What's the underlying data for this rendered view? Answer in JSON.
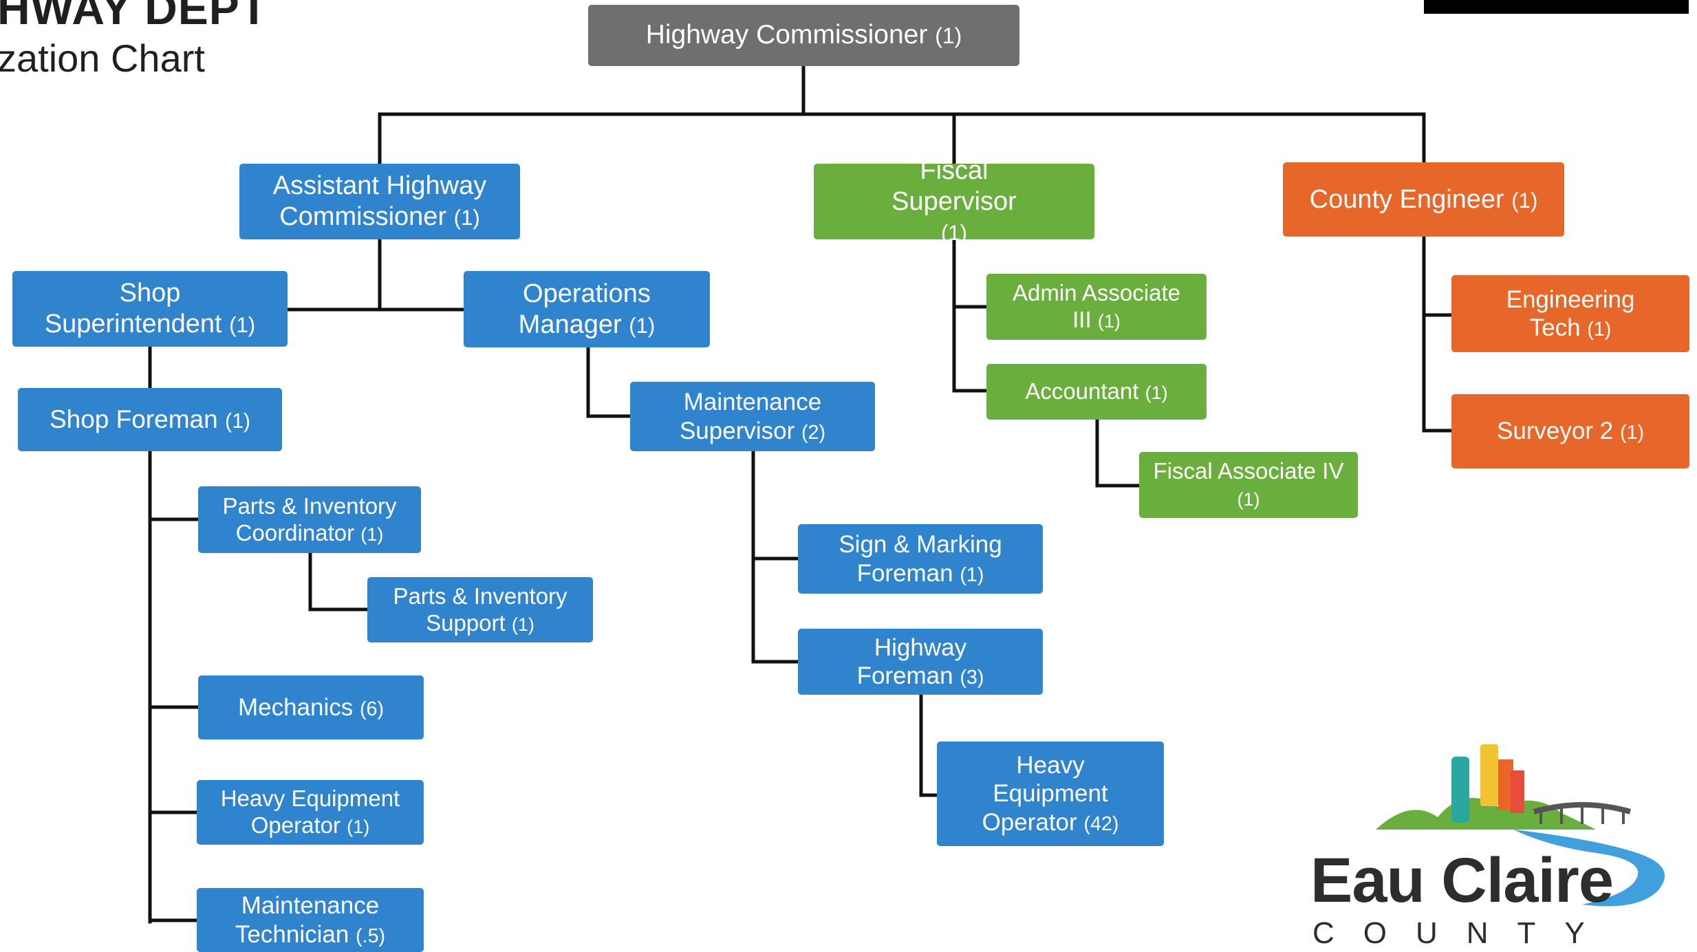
{
  "header": {
    "title": "HWAY DEPT",
    "subtitle": "zation Chart"
  },
  "colors": {
    "commissioner": "#6f6f70",
    "operations": "#2f84cd",
    "fiscal": "#6aae3e",
    "engineering": "#e7672b",
    "connector": "#111111"
  },
  "org": {
    "highway_commissioner": {
      "title": "Highway Commissioner",
      "count": "(1)"
    },
    "assistant_commissioner": {
      "title": "Assistant Highway Commissioner",
      "count": "(1)"
    },
    "fiscal_supervisor": {
      "title": "Fiscal Supervisor",
      "count": "(1)"
    },
    "county_engineer": {
      "title": "County Engineer",
      "count": "(1)"
    },
    "shop_superintendent": {
      "title": "Shop Superintendent",
      "count": "(1)"
    },
    "operations_manager": {
      "title": "Operations Manager",
      "count": "(1)"
    },
    "shop_foreman": {
      "title": "Shop Foreman",
      "count": "(1)"
    },
    "maintenance_supervisor": {
      "title": "Maintenance Supervisor",
      "count": "(2)"
    },
    "admin_associate": {
      "title": "Admin Associate III",
      "count": "(1)"
    },
    "accountant": {
      "title": "Accountant",
      "count": "(1)"
    },
    "fiscal_associate": {
      "title": "Fiscal Associate IV",
      "count": "(1)"
    },
    "engineering_tech": {
      "title": "Engineering Tech",
      "count": "(1)"
    },
    "surveyor": {
      "title": "Surveyor 2",
      "count": "(1)"
    },
    "parts_coordinator": {
      "title": "Parts & Inventory Coordinator",
      "count": "(1)"
    },
    "parts_support": {
      "title": "Parts & Inventory Support",
      "count": "(1)"
    },
    "mechanics": {
      "title": "Mechanics",
      "count": "(6)"
    },
    "shop_heavy_operator": {
      "title": "Heavy Equipment Operator",
      "count": "(1)"
    },
    "maintenance_technician": {
      "title": "Maintenance Technician",
      "count": "(.5)"
    },
    "sign_marking_foreman": {
      "title": "Sign & Marking Foreman",
      "count": "(1)"
    },
    "highway_foreman": {
      "title": "Highway Foreman",
      "count": "(3)"
    },
    "heavy_equipment_operators": {
      "title": "Heavy Equipment Operator",
      "count": "(42)"
    }
  },
  "logo": {
    "name": "Eau Claire",
    "sub": "COUNTY"
  }
}
